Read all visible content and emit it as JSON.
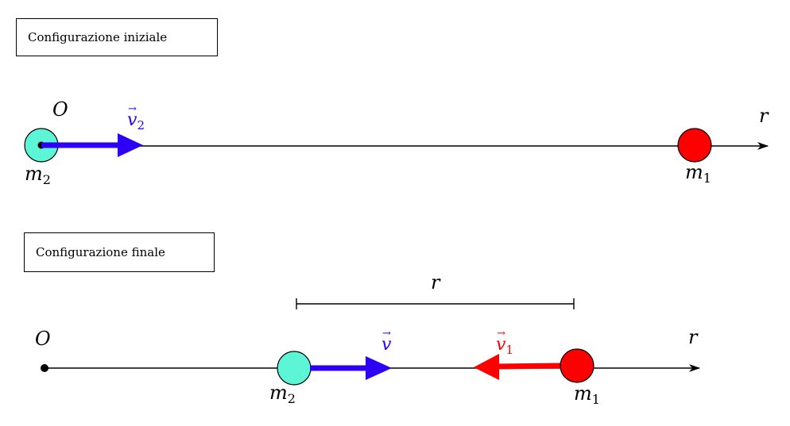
{
  "initial": {
    "caption": "Configurazione iniziale",
    "origin": "O",
    "axis": "r",
    "mass_left": "m",
    "mass_left_sub": "2",
    "mass_right": "m",
    "mass_right_sub": "1",
    "velocity": "v",
    "velocity_sub": "2",
    "arrow_mark": "→"
  },
  "final": {
    "caption": "Configurazione finale",
    "origin": "O",
    "axis": "r",
    "distance": "r",
    "mass_left": "m",
    "mass_left_sub": "2",
    "mass_right": "m",
    "mass_right_sub": "1",
    "velocity_left": "v",
    "velocity_right": "v",
    "velocity_right_sub": "1",
    "arrow_mark": "→"
  },
  "colors": {
    "mass2_fill": "#5cf5d6",
    "mass1_fill": "#ff0000",
    "blue_vector": "#2d00f5",
    "red_vector": "#ff0000",
    "line": "#000000"
  }
}
